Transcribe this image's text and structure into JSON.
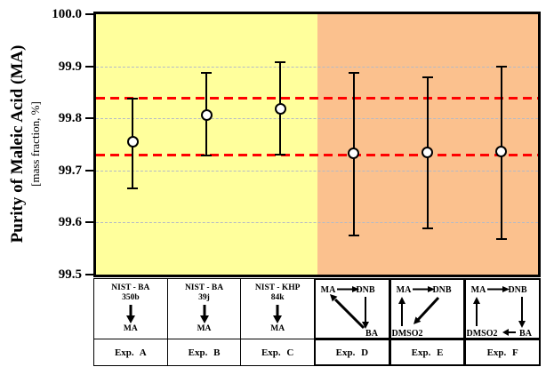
{
  "chart_data": {
    "type": "scatter",
    "ylabel": "Purity of Maleic Acid (MA)",
    "ylabel_sub": "[mass fraction, %]",
    "ylim": [
      99.5,
      100.0
    ],
    "yticks": [
      "100.0",
      "99.9",
      "99.8",
      "99.7",
      "99.6",
      "99.5"
    ],
    "ytick_values": [
      100.0,
      99.9,
      99.8,
      99.7,
      99.6,
      99.5
    ],
    "gridline_values": [
      99.9,
      99.8,
      99.7,
      99.6
    ],
    "grid": true,
    "legend": "none",
    "reference_lines": {
      "upper": 99.838,
      "lower": 99.73,
      "color": "#ff0000",
      "style": "dashed"
    },
    "regions": [
      {
        "experiments": [
          "Exp. A",
          "Exp. B",
          "Exp. C"
        ],
        "color": "#ffff9c"
      },
      {
        "experiments": [
          "Exp. D",
          "Exp. E",
          "Exp. F"
        ],
        "color": "#fbc18e"
      }
    ],
    "categories": [
      "Exp. A",
      "Exp. B",
      "Exp. C",
      "Exp. D",
      "Exp. E",
      "Exp. F"
    ],
    "points": [
      {
        "label": "Exp. A",
        "mean": 99.755,
        "upper": 99.838,
        "lower": 99.666
      },
      {
        "label": "Exp. B",
        "mean": 99.807,
        "upper": 99.887,
        "lower": 99.729
      },
      {
        "label": "Exp. C",
        "mean": 99.819,
        "upper": 99.908,
        "lower": 99.731
      },
      {
        "label": "Exp. D",
        "mean": 99.733,
        "upper": 99.888,
        "lower": 99.575
      },
      {
        "label": "Exp. E",
        "mean": 99.735,
        "upper": 99.878,
        "lower": 99.588
      },
      {
        "label": "Exp. F",
        "mean": 99.736,
        "upper": 99.9,
        "lower": 99.568
      }
    ],
    "schemes": [
      {
        "source": "NIST - BA",
        "lot": "350b",
        "product": "MA",
        "arrows": [
          "NIST-BA 350b→MA"
        ]
      },
      {
        "source": "NIST - BA",
        "lot": "39j",
        "product": "MA",
        "arrows": [
          "NIST-BA 39j→MA"
        ]
      },
      {
        "source": "NIST - KHP",
        "lot": "84k",
        "product": "MA",
        "arrows": [
          "NIST-KHP 84k→MA"
        ]
      },
      {
        "nodes": {
          "tl": "MA",
          "tr": "DNB",
          "br": "BA"
        },
        "arrows": [
          "MA→DNB",
          "DNB→BA",
          "BA→MA"
        ]
      },
      {
        "nodes": {
          "tl": "MA",
          "tr": "DNB",
          "bl": "DMSO2"
        },
        "arrows": [
          "MA→DNB",
          "DNB→DMSO2",
          "DMSO2→MA"
        ]
      },
      {
        "nodes": {
          "tl": "MA",
          "tr": "DNB",
          "bl": "DMSO2",
          "br": "BA"
        },
        "arrows": [
          "MA→DNB",
          "DNB→BA",
          "BA→DMSO2",
          "DMSO2→MA"
        ]
      }
    ]
  }
}
